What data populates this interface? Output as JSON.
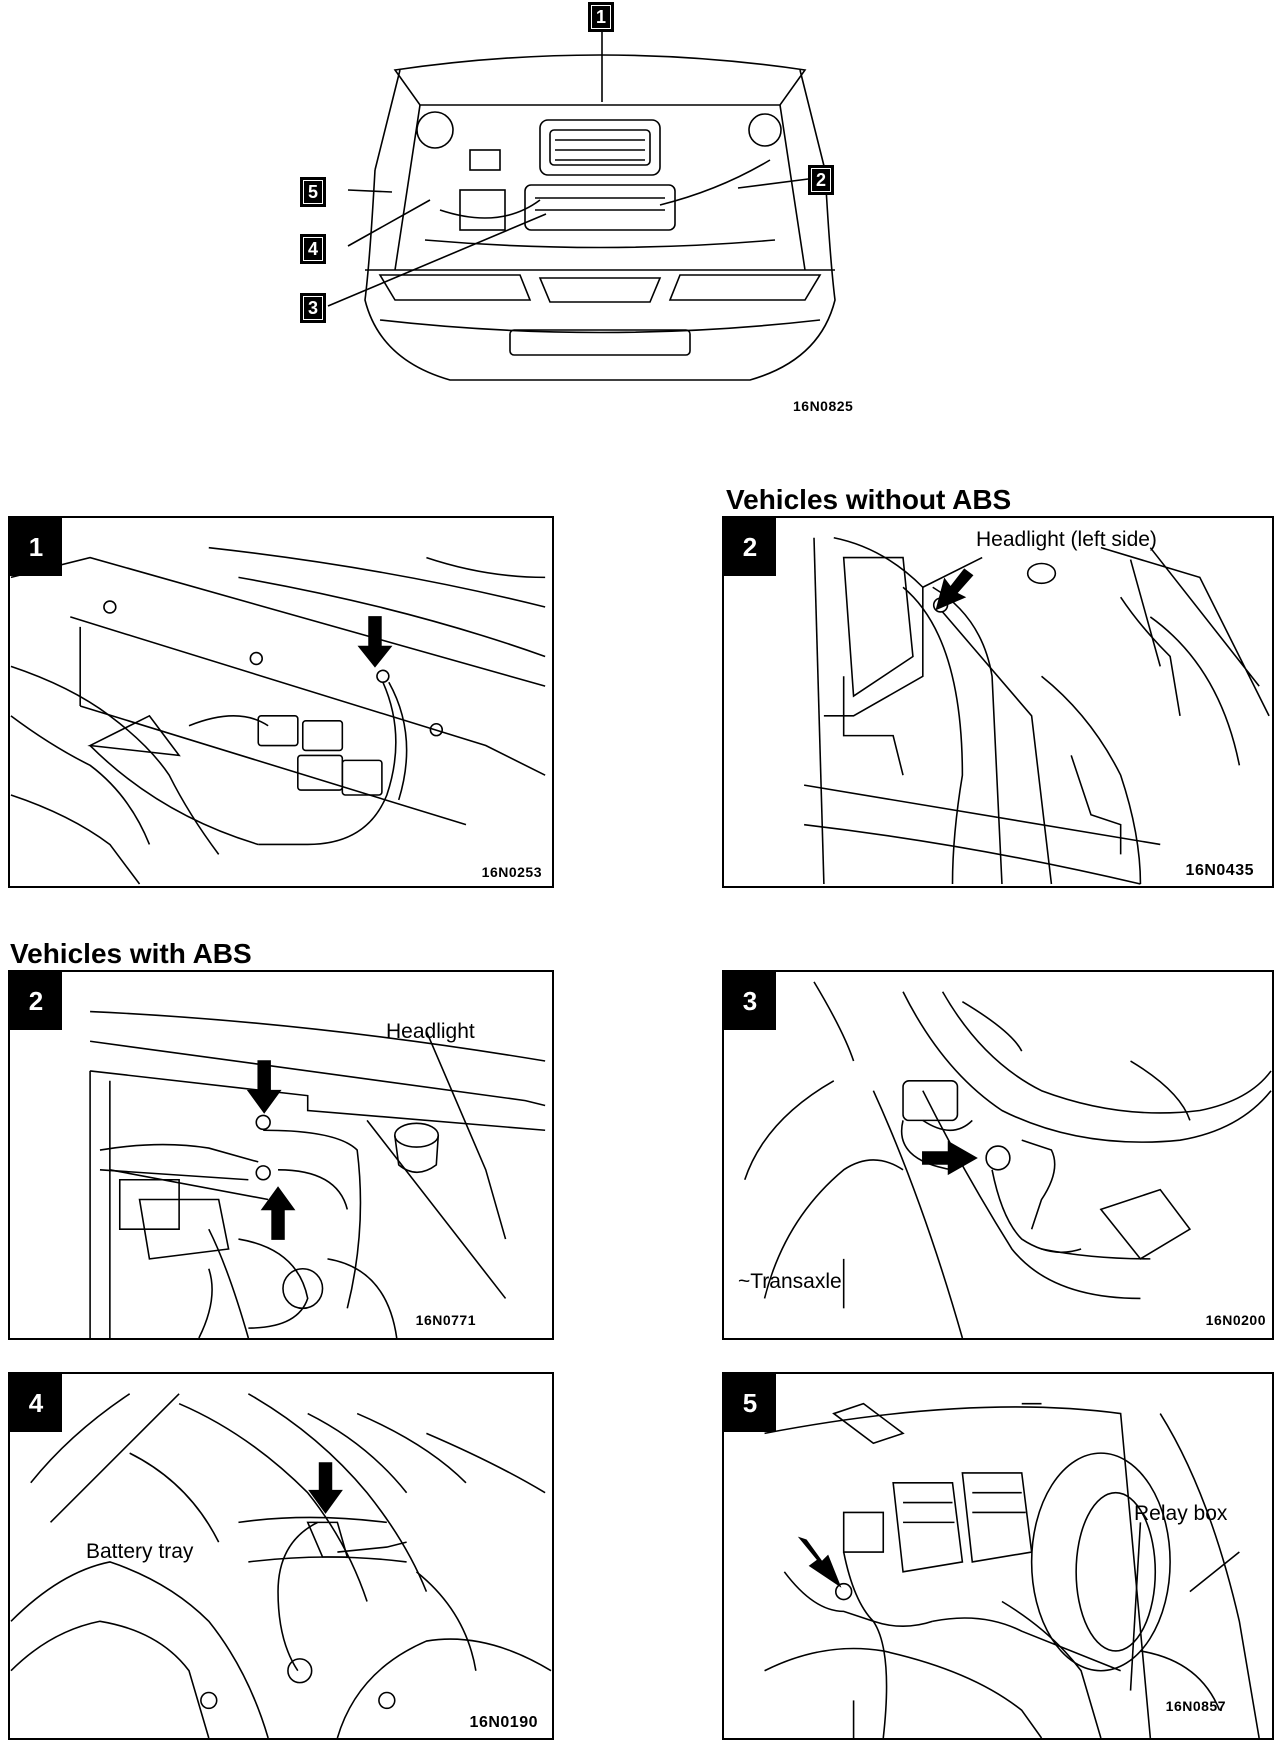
{
  "overview": {
    "code": "16N0825",
    "callouts": [
      "1",
      "2",
      "3",
      "4",
      "5"
    ]
  },
  "headings": {
    "without_abs": "Vehicles without ABS",
    "with_abs": "Vehicles with ABS"
  },
  "panels": [
    {
      "number": "1",
      "code": "16N0253",
      "label": ""
    },
    {
      "number": "2",
      "code": "16N0435",
      "label": "Headlight (left side)"
    },
    {
      "number": "2",
      "code": "16N0771",
      "label": "Headlight"
    },
    {
      "number": "3",
      "code": "16N0200",
      "label": "~Transaxle"
    },
    {
      "number": "4",
      "code": "16N0190",
      "label": "Battery tray"
    },
    {
      "number": "5",
      "code": "16N0857",
      "label": "Relay box"
    }
  ]
}
